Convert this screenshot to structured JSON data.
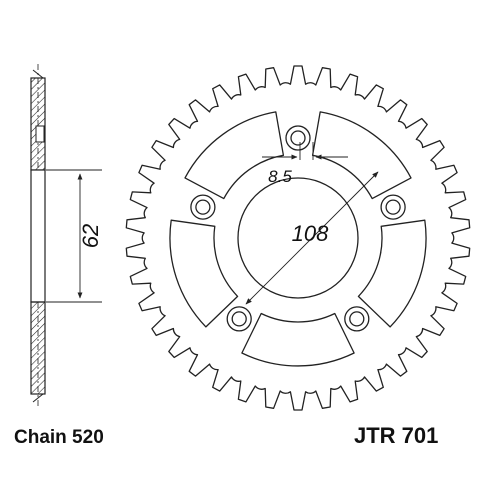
{
  "drawing": {
    "teeth_count": 38,
    "colors": {
      "line": "#222222",
      "background": "#ffffff"
    },
    "dimensions": {
      "bolt_hole": "8.5",
      "bolt_circle": "108",
      "hub_width": "62"
    }
  },
  "labels": {
    "chain": "Chain 520",
    "part_number": "JTR 701"
  }
}
